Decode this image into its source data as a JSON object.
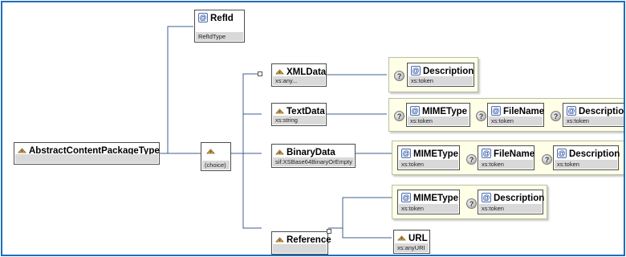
{
  "root": {
    "name": "AbstractContentPackageType",
    "icon": "element-icon"
  },
  "refid": {
    "name": "RefId",
    "type": "RefIdType",
    "icon": "attribute-icon"
  },
  "choice": {
    "type": "(choice)",
    "icon": "element-icon"
  },
  "xmldata": {
    "name": "XMLData",
    "type": "xs:any...",
    "attributes": [
      {
        "name": "Description",
        "type": "xs:token"
      }
    ]
  },
  "textdata": {
    "name": "TextData",
    "type": "xs:string",
    "attributes": [
      {
        "name": "MIMEType",
        "type": "xs:token"
      },
      {
        "name": "FileName",
        "type": "xs:token"
      },
      {
        "name": "Description",
        "type": "xs:token"
      }
    ]
  },
  "binarydata": {
    "name": "BinaryData",
    "type": "sif:XSBase64BinaryOrEmpty",
    "attributes": [
      {
        "name": "MIMEType",
        "type": "xs:token"
      },
      {
        "name": "FileName",
        "type": "xs:token"
      },
      {
        "name": "Description",
        "type": "xs:token"
      }
    ]
  },
  "reference": {
    "name": "Reference",
    "attributes": [
      {
        "name": "MIMEType",
        "type": "xs:token"
      },
      {
        "name": "Description",
        "type": "xs:token"
      }
    ],
    "url": {
      "name": "URL",
      "type": "xs:anyURI"
    }
  },
  "optional_marker": "?",
  "attribute_marker": "@",
  "colors": {
    "frame": "#1f6fb8",
    "line": "#3f5f8f",
    "group_bg": "#ffffe8",
    "type_bar": "#d9d9d9"
  }
}
